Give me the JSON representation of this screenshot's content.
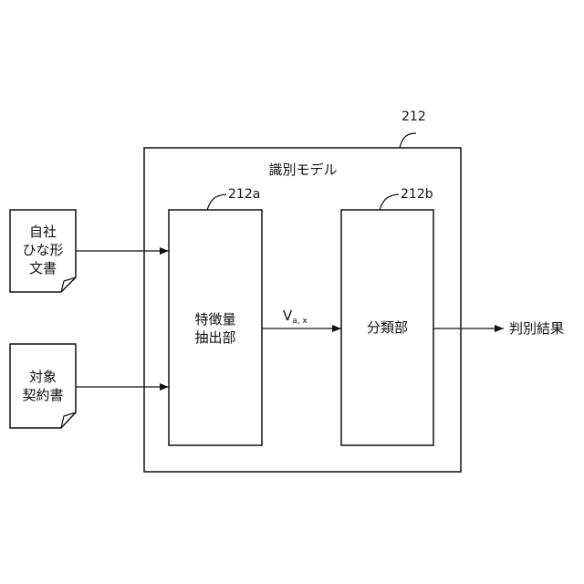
{
  "model": {
    "ref": "212",
    "title": "識別モデル"
  },
  "extractor": {
    "ref": "212a",
    "line1": "特徴量",
    "line2": "抽出部"
  },
  "classifier": {
    "ref": "212b",
    "label": "分類部"
  },
  "doc_template": {
    "line1": "自社",
    "line2": "ひな形",
    "line3": "文書"
  },
  "doc_target": {
    "line1": "対象",
    "line2": "契約書"
  },
  "vector": {
    "main": "V",
    "subscript": "a, x"
  },
  "output": {
    "label": "判別結果"
  }
}
